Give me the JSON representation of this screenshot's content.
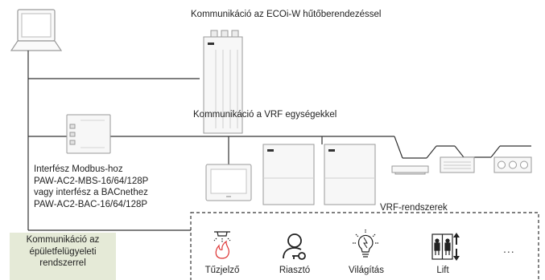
{
  "labels": {
    "ecoi_w": "Kommunikáció az ECOi-W hűtőberendezéssel",
    "vrf_comm": "Kommunikáció a VRF egységekkel",
    "vrf_systems": "VRF-rendszerek"
  },
  "interface_lines": [
    "Interfész Modbus-hoz",
    "PAW-AC2-MBS-16/64/128P",
    "vagy interfész a BACnethez",
    "PAW-AC2-BAC-16/64/128P"
  ],
  "bms_lines": [
    "Kommunikáció az",
    "épületfelügyeleti",
    "rendszerrel"
  ],
  "devices": [
    {
      "label": "Tűzjelző",
      "icon": "fire-alarm-icon"
    },
    {
      "label": "Riasztó",
      "icon": "security-alarm-icon"
    },
    {
      "label": "Világítás",
      "icon": "lighting-icon"
    },
    {
      "label": "Lift",
      "icon": "lift-icon"
    }
  ],
  "more": "...",
  "colors": {
    "bms_box": "#e5ead7",
    "line": "#333333",
    "device_outline": "#9a9a9a"
  }
}
